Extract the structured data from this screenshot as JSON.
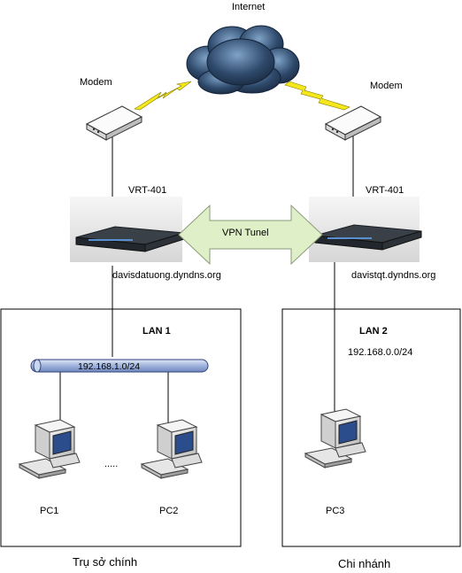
{
  "internet": {
    "label": "Internet"
  },
  "modem_left": {
    "label": "Modem"
  },
  "modem_right": {
    "label": "Modem"
  },
  "router_left": {
    "label": "VRT-401",
    "host": "davisdatuong.dyndns.org"
  },
  "router_right": {
    "label": "VRT-401",
    "host": "davistqt.dyndns.org"
  },
  "vpn": {
    "label": "VPN Tunel"
  },
  "lan1": {
    "title": "LAN 1",
    "subnet": "192.168.1.0/24",
    "ellipsis": ".....",
    "pcs": [
      "PC1",
      "PC2"
    ],
    "caption": "Trụ sở chính"
  },
  "lan2": {
    "title": "LAN 2",
    "subnet": "192.168.0.0/24",
    "pcs": [
      "PC3"
    ],
    "caption": "Chi nhánh"
  },
  "colors": {
    "cloud": "#2b4566",
    "lightning": "#f4e81c",
    "tunnel_fill": "#dff0c8",
    "bus_fill": "#a8bce0",
    "router_body": "#2a3038"
  }
}
